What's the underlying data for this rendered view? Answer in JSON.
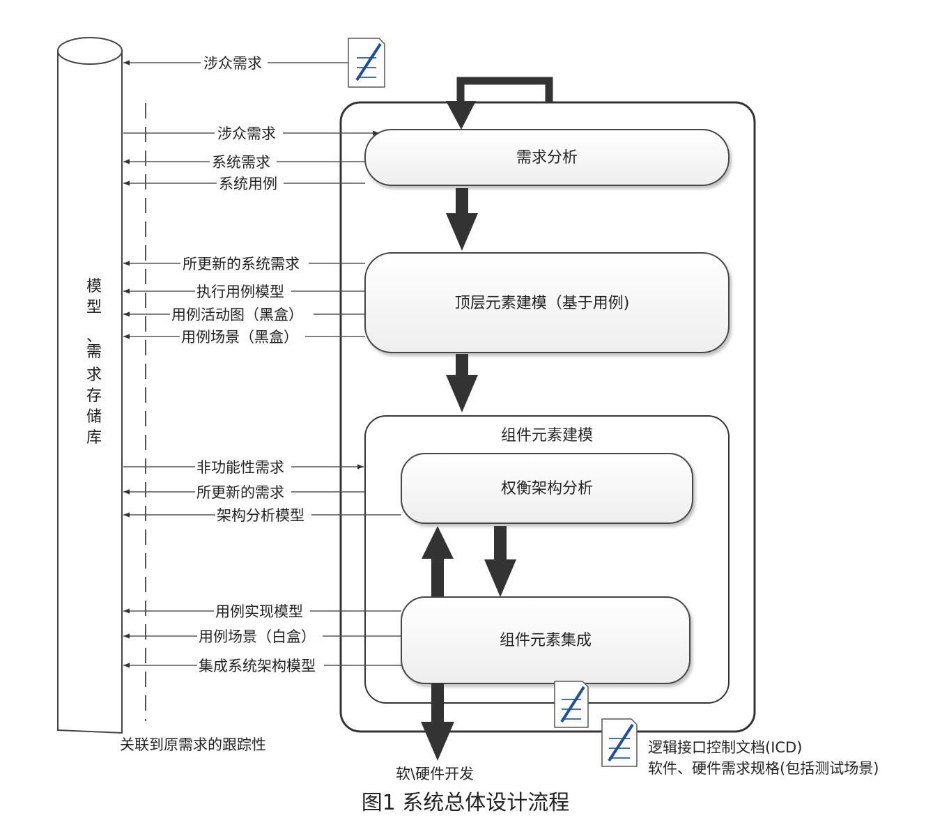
{
  "repository": {
    "label_chars": [
      "模",
      "型",
      "、",
      "需",
      "求",
      "存",
      "储",
      "库"
    ]
  },
  "trace_label": "关联到原需求的跟踪性",
  "top_input": "涉众需求",
  "flows": {
    "req_in": "涉众需求",
    "sys_req": "系统需求",
    "sys_usecase": "系统用例",
    "updated_sys_req": "所更新的系统需求",
    "exec_usecase_model": "执行用例模型",
    "usecase_activity": "用例活动图（黑盒）",
    "usecase_scenario_black": "用例场景（黑盒）",
    "nonfunc_req": "非功能性需求",
    "updated_req": "所更新的需求",
    "arch_model": "架构分析模型",
    "usecase_impl_model": "用例实现模型",
    "usecase_scenario_white": "用例场景（白盒）",
    "integrated_arch_model": "集成系统架构模型"
  },
  "boxes": {
    "req_analysis": "需求分析",
    "top_level": "顶层元素建模（基于用例)",
    "component_modeling": "组件元素建模",
    "tradeoff": "权衡架构分析",
    "integration": "组件元素集成"
  },
  "outputs": {
    "dev": "软\\硬件开发",
    "doc_line1": "逻辑接口控制文档(ICD)",
    "doc_line2": "软件、硬件需求规格(包括测试场景)"
  },
  "caption": "图1   系统总体设计流程",
  "icons": [
    "document-pen-icon",
    "document-pen-icon",
    "document-pen-icon"
  ]
}
